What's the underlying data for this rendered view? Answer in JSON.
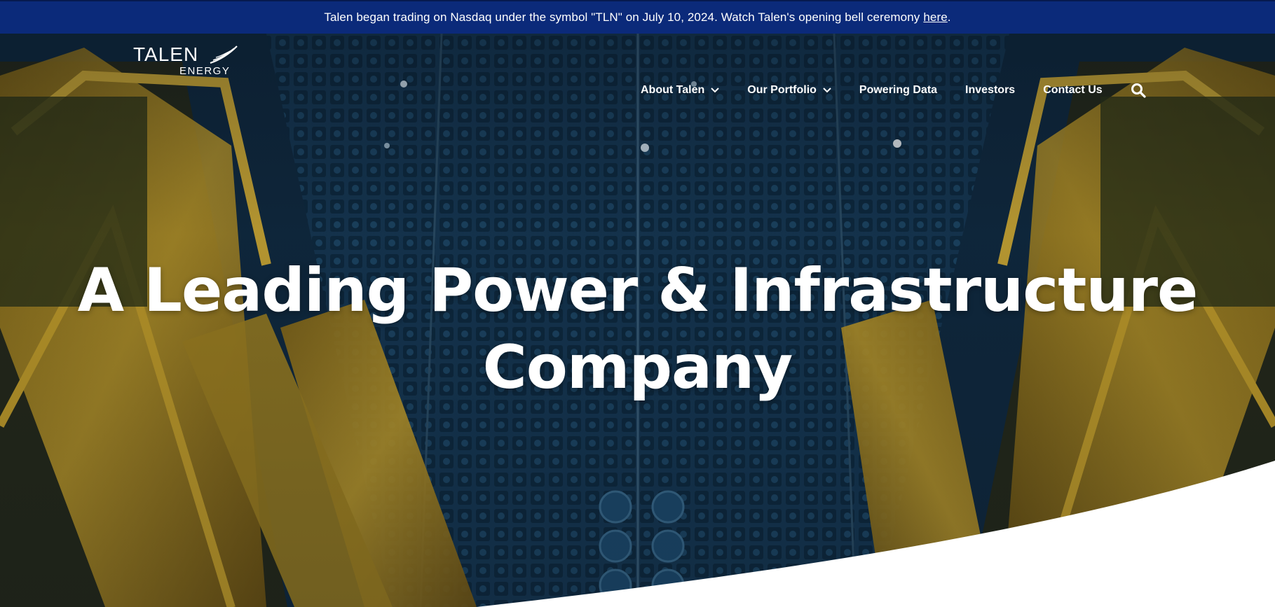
{
  "announcement": {
    "text": "Talen began trading on Nasdaq under the symbol \"TLN\" on July 10, 2024. Watch Talen's opening bell ceremony",
    "link_label": "here",
    "trail": "."
  },
  "logo": {
    "line1": "TALEN",
    "line2": "ENERGY"
  },
  "nav": {
    "items": [
      {
        "label": "About Talen",
        "has_dropdown": true
      },
      {
        "label": "Our Portfolio",
        "has_dropdown": true
      },
      {
        "label": "Powering Data",
        "has_dropdown": false
      },
      {
        "label": "Investors",
        "has_dropdown": false
      },
      {
        "label": "Contact Us",
        "has_dropdown": false
      }
    ],
    "search_icon": "search-icon"
  },
  "hero": {
    "headline_line1": "A Leading Power & Infrastructure",
    "headline_line2": "Company"
  },
  "colors": {
    "announcement_bg": "#0b2a7a",
    "text": "#ffffff",
    "hero_blue": "#13304a",
    "hero_yellow": "#c9a22a"
  }
}
